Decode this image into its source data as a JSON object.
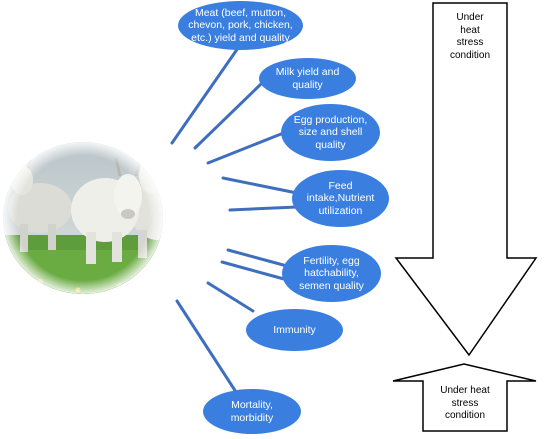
{
  "effects": [
    {
      "id": "meat",
      "label": "Meat (beef, mutton,\nchevon, pork, chicken,\netc.) yield and quality"
    },
    {
      "id": "milk",
      "label": "Milk yield and quality"
    },
    {
      "id": "egg",
      "label": "Egg production,\nsize and shell\nquality"
    },
    {
      "id": "feed",
      "label": "Feed\nintake,Nutrient\nutilization"
    },
    {
      "id": "fertility",
      "label": "Fertility, egg\nhatchability,\nsemen quality"
    },
    {
      "id": "immunity",
      "label": "Immunity"
    },
    {
      "id": "mortality",
      "label": "Mortality,\nmorbidity"
    }
  ],
  "down_arrow_label": "Under\nheat\nstress\ncondition",
  "up_arrow_label": "Under heat\nstress\ncondition",
  "colors": {
    "ellipse": "#3a7fe0",
    "connector": "#3e6fbf",
    "sky": "#c9d2d6",
    "grass": "#5f9d3c"
  },
  "image": {
    "subject": "white zebu cattle standing in a green field"
  }
}
